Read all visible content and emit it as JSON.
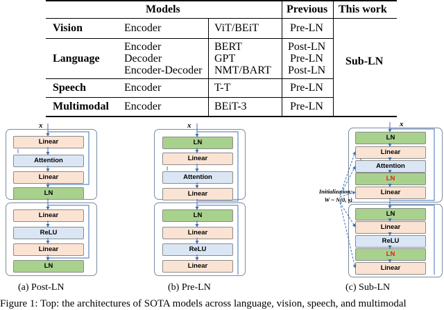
{
  "table": {
    "headers": [
      "Models",
      "Previous",
      "This work"
    ],
    "rows": [
      {
        "category": "Vision",
        "arch": [
          "Encoder"
        ],
        "model": [
          "ViT/BEiT"
        ],
        "previous": [
          "Pre-LN"
        ]
      },
      {
        "category": "Language",
        "arch": [
          "Encoder",
          "Decoder",
          "Encoder-Decoder"
        ],
        "model": [
          "BERT",
          "GPT",
          "NMT/BART"
        ],
        "previous": [
          "Post-LN",
          "Pre-LN",
          "Post-LN"
        ]
      },
      {
        "category": "Speech",
        "arch": [
          "Encoder"
        ],
        "model": [
          "T-T"
        ],
        "previous": [
          "Pre-LN"
        ]
      },
      {
        "category": "Multimodal",
        "arch": [
          "Encoder"
        ],
        "model": [
          "BEiT-3"
        ],
        "previous": [
          "Pre-LN"
        ]
      }
    ],
    "this_work": "Sub-LN"
  },
  "diagrams": {
    "input_label": "x",
    "block_labels": {
      "linear": "Linear",
      "attention": "Attention",
      "ln": "LN",
      "relu": "ReLU"
    },
    "init_line1": "Initialization:",
    "init_line2": "W ~ N(0, γ)",
    "captions": [
      "(a)  Post-LN",
      "(b)  Pre-LN",
      "(c)  Sub-LN"
    ]
  },
  "figure_caption": "Figure 1:  Top: the architectures of SOTA models across language, vision, speech, and multimodal"
}
